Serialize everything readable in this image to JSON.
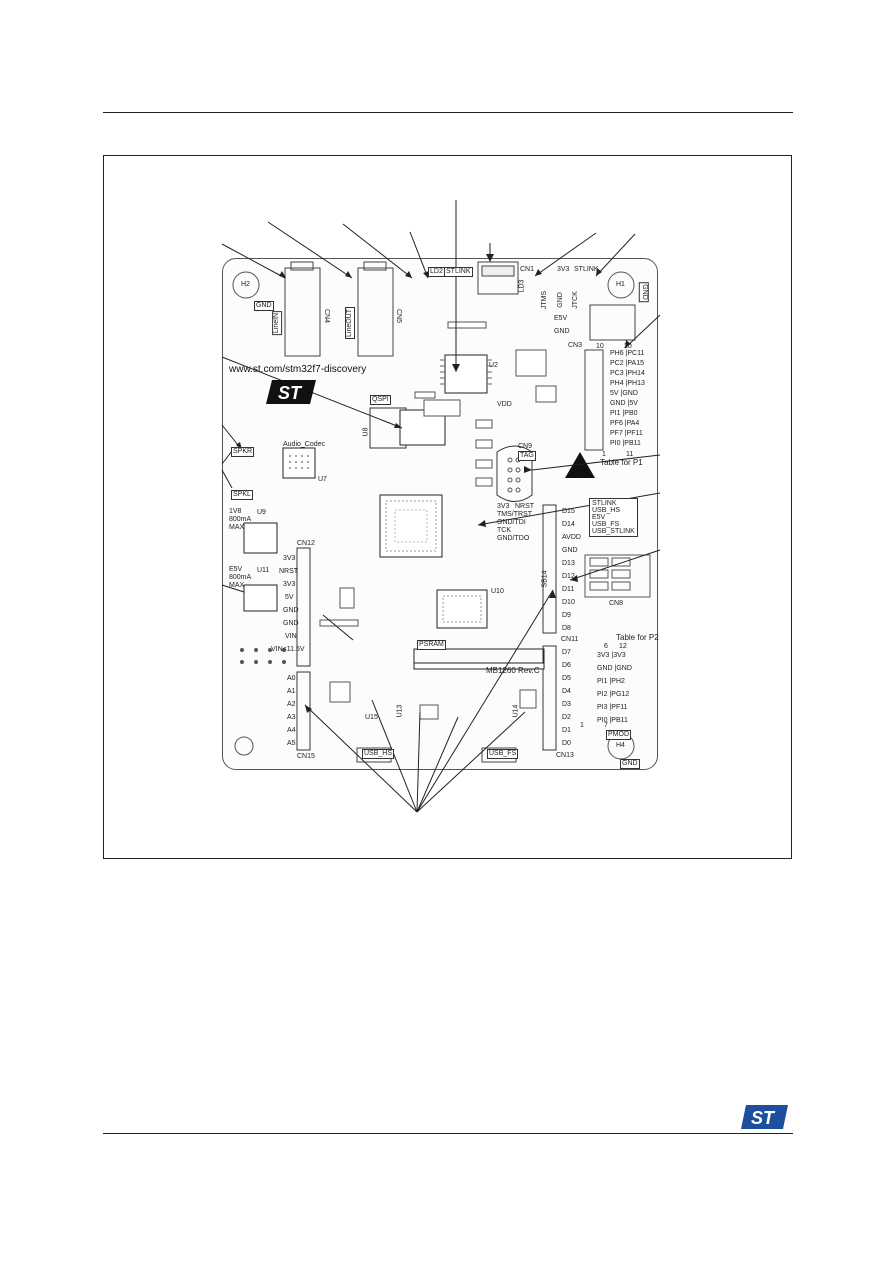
{
  "board": {
    "url": "www.st.com/stm32f7-discovery",
    "revision": "MB1260 Rev.C",
    "holes": [
      "H1",
      "H2",
      "H4"
    ],
    "labels": {
      "cn4": "CN4",
      "cn5": "CN5",
      "cn1": "CN1",
      "cn3": "CN3",
      "cn8": "CN8",
      "cn9": "CN9",
      "cn11": "CN11",
      "cn12": "CN12",
      "cn13": "CN13",
      "cn15": "CN15",
      "u2": "U2",
      "u7": "U7",
      "u8": "U8",
      "u9": "U9",
      "u10": "U10",
      "u11": "U11",
      "u13": "U13",
      "u14": "U14",
      "u15": "U15",
      "linein": "LineIN",
      "lineout": "LineOUT",
      "audio_codec": "Audio_Codec",
      "qspi": "QSPI",
      "psram": "PSRAM",
      "stlink": "STLINK",
      "tag": "TAG",
      "usb_hs": "USB_HS",
      "usb_fs": "USB_FS",
      "pmod": "PMOD",
      "spkr": "SPKR",
      "spkl": "SPKL",
      "ld2": "LD2",
      "ld3": "LD3",
      "reg1": [
        "1V8",
        "800mA",
        "MAX"
      ],
      "reg2": [
        "E5V",
        "800mA",
        "MAX"
      ],
      "jtag_row": [
        "3V3",
        "STLINK"
      ],
      "jtag_pins": [
        "JTMS",
        "GND",
        "JTCK"
      ],
      "e5v": "E5V",
      "gnd": "GND",
      "vdd": "VDD",
      "sb14": "SB14",
      "cn12_pins": [
        "3V3",
        "NRST",
        "3V3",
        "5V",
        "GND",
        "GND",
        "VIN",
        "VIN<11.5V"
      ],
      "cn15_pins": [
        "A0",
        "A1",
        "A2",
        "A3",
        "A4",
        "A5"
      ],
      "cn11_pins": [
        "D15",
        "D14",
        "AVDD",
        "GND",
        "D13",
        "D12",
        "D11",
        "D10",
        "D9",
        "D8"
      ],
      "cn13_pins": [
        "D7",
        "D6",
        "D5",
        "D4",
        "D3",
        "D2",
        "D1",
        "D0"
      ],
      "cn9_labels": [
        "3V3",
        "NRST",
        "TMS/TRST",
        "GND/TDI",
        "TCK",
        "GND/TDO"
      ],
      "stlink_sel": [
        "STLINK",
        "USB_HS",
        "E5V",
        "USB_FS",
        "USB_STLINK"
      ],
      "table_p1_title": "Table for P1",
      "table_p1_nums": [
        "10",
        "20",
        "1",
        "11"
      ],
      "table_p1": [
        [
          "PH6",
          "PC11"
        ],
        [
          "PC2",
          "PA15"
        ],
        [
          "PC3",
          "PH14"
        ],
        [
          "PH4",
          "PH13"
        ],
        [
          "5V",
          "GND"
        ],
        [
          "GND",
          "5V"
        ],
        [
          "PI1",
          "PB0"
        ],
        [
          "PF6",
          "PA4"
        ],
        [
          "PF7",
          "PF11"
        ],
        [
          "PI0",
          "PB11"
        ]
      ],
      "table_p2_title": "Table for P2",
      "table_p2_nums": [
        "6",
        "12",
        "1",
        "7"
      ],
      "table_p2": [
        [
          "3V3",
          "3V3"
        ],
        [
          "GND",
          "GND"
        ],
        [
          "PI1",
          "PH2"
        ],
        [
          "PI2",
          "PG12"
        ],
        [
          "PI3",
          "PF11"
        ],
        [
          "PI0",
          "PB11"
        ]
      ]
    }
  },
  "colors": {
    "line": "#222222",
    "st_blue": "#1d4f9c",
    "silk": "#222222"
  }
}
